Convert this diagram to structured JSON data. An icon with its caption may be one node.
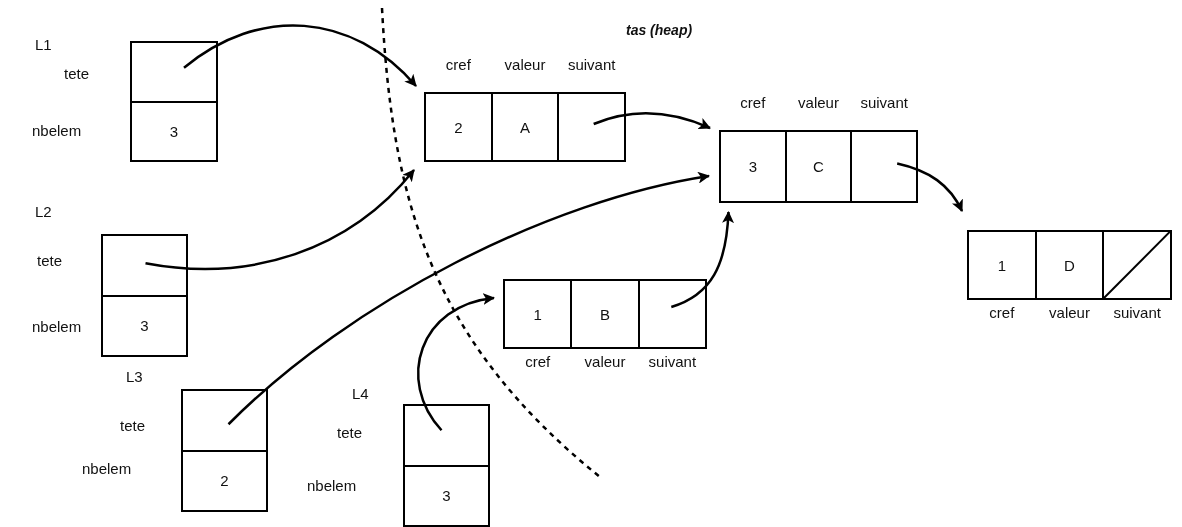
{
  "diagram": {
    "title": "tas (heap)",
    "nodes": [
      {
        "text": [],
        "shape": "box",
        "beside": [
          "tete"
        ]
      },
      {
        "text": [
          "3"
        ],
        "beside": [
          "nbelem"
        ]
      },
      {
        "text": [
          "2"
        ],
        "beside": [
          "cref"
        ]
      },
      {
        "text": [
          "A"
        ],
        "beside": [
          "valeur"
        ]
      },
      {
        "text": [],
        "shape": "box",
        "beside": [
          "suivant"
        ]
      },
      {
        "text": [
          "3"
        ],
        "beside": [
          "cref"
        ]
      },
      {
        "text": [
          "C"
        ],
        "beside": [
          "valeur"
        ]
      },
      {
        "text": [],
        "shape": "box",
        "beside": [
          "suivant"
        ]
      },
      {
        "text": [],
        "shape": "box",
        "beside": [
          "tete"
        ]
      },
      {
        "text": [
          "3"
        ],
        "beside": [
          "nbelem"
        ]
      },
      {
        "text": [
          "1"
        ],
        "beside": [
          "cref"
        ]
      },
      {
        "text": [
          "B"
        ],
        "beside": [
          "valeur"
        ]
      },
      {
        "text": [],
        "shape": "box",
        "beside": [
          "suivant"
        ]
      },
      {
        "text": [
          "1"
        ],
        "beside": [
          "cref"
        ]
      },
      {
        "text": [
          "D"
        ],
        "beside": [
          "valeur"
        ]
      },
      {
        "text": [],
        "shape": "box",
        "beside": [
          "suivant"
        ]
      },
      {
        "text": [],
        "shape": "box",
        "beside": [
          "tete"
        ]
      },
      {
        "text": [
          "2"
        ],
        "beside": [
          "nbelem"
        ]
      },
      {
        "text": [],
        "shape": "box",
        "beside": [
          "tete"
        ]
      },
      {
        "text": [
          "3"
        ],
        "beside": [
          "nbelem"
        ]
      }
    ],
    "edges": [
      {
        "from": 0,
        "to": 2,
        "arrow": "to"
      },
      {
        "from": 4,
        "to": 5,
        "arrow": "to"
      },
      {
        "from": 7,
        "to": 13,
        "arrow": "to"
      },
      {
        "from": 8,
        "to": 2,
        "arrow": "to"
      },
      {
        "from": 16,
        "to": 5,
        "arrow": "to"
      },
      {
        "from": 18,
        "to": 10,
        "arrow": "to"
      },
      {
        "from": 12,
        "to": 5,
        "arrow": "to"
      }
    ],
    "labels": [
      "L1",
      "L2",
      "L3",
      "L4"
    ]
  }
}
